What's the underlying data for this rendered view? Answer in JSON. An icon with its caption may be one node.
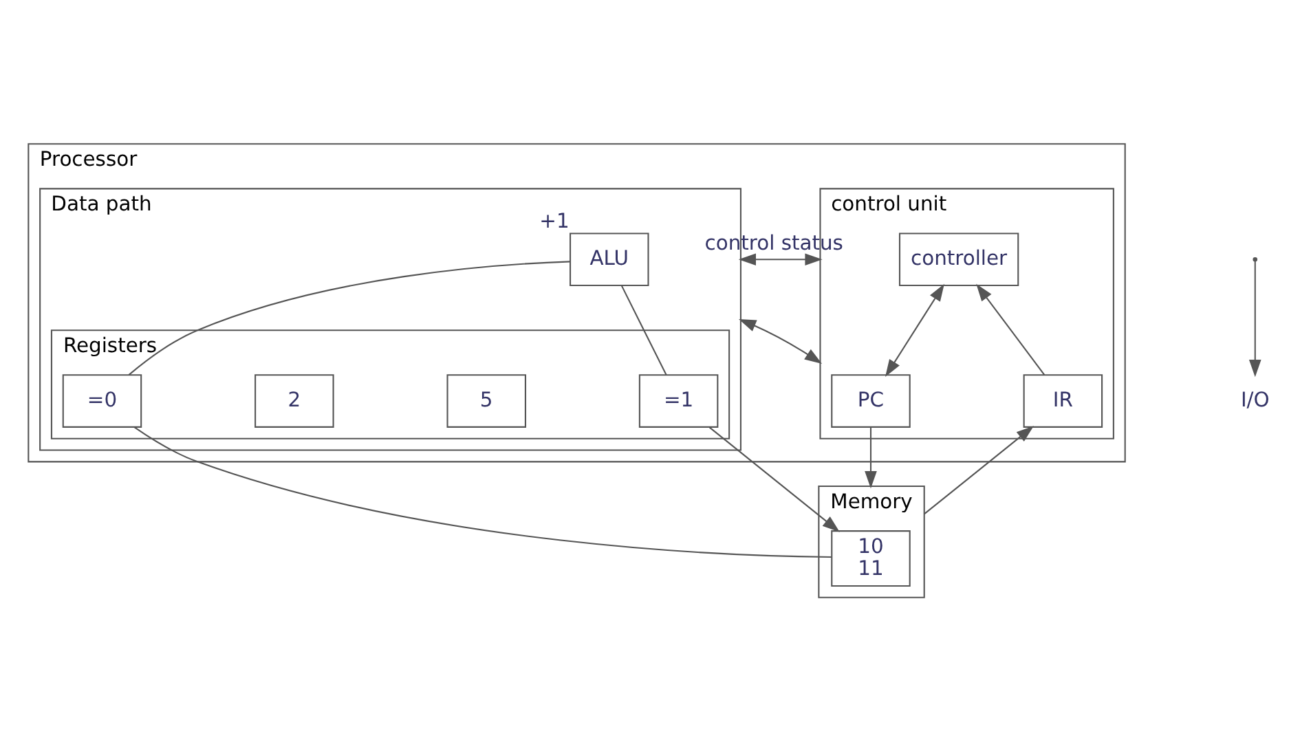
{
  "diagram": {
    "nodes": [
      {
        "text": [
          "Processor"
        ]
      },
      {
        "text": [
          "control unit"
        ],
        "in": 0
      },
      {
        "text": [
          "controller"
        ],
        "in": 1
      },
      {
        "text": [
          "PC"
        ],
        "in": 1
      },
      {
        "text": [
          "IR"
        ],
        "in": 1
      },
      {
        "text": [
          "Data path"
        ],
        "in": 0
      },
      {
        "text": [
          "ALU"
        ],
        "beside": [
          "+1"
        ],
        "in": 5
      },
      {
        "text": [
          "Registers"
        ],
        "in": 5
      },
      {
        "text": [
          "2"
        ],
        "in": 7
      },
      {
        "text": [
          "5"
        ],
        "in": 7
      },
      {
        "text": [
          "=0"
        ],
        "in": 7
      },
      {
        "text": [
          "=1"
        ],
        "in": 7
      },
      {
        "text": [
          "Memory"
        ]
      },
      {
        "text": [
          "10",
          "11"
        ],
        "in": 12
      },
      {
        "text": [
          "I/O"
        ]
      }
    ],
    "edges": [
      {
        "from": 2,
        "to": 3,
        "arrow": "both"
      },
      {
        "from": 4,
        "to": 2,
        "arrow": "to"
      },
      {
        "from": 1,
        "to": 5,
        "label": "control status",
        "arrow": "both"
      },
      {
        "from": 1,
        "to": 5,
        "arrow": "both"
      },
      {
        "from": null,
        "to": 14,
        "arrow": "to"
      },
      {
        "from": 3,
        "to": 12,
        "arrow": "to"
      },
      {
        "from": 12,
        "to": 4,
        "arrow": "to"
      },
      {
        "from": 6,
        "to": 10,
        "arrow": "none"
      },
      {
        "from": 6,
        "to": 11,
        "arrow": "none"
      },
      {
        "from": 10,
        "to": 13,
        "arrow": "none"
      },
      {
        "from": 11,
        "to": 13,
        "arrow": "to"
      }
    ]
  }
}
